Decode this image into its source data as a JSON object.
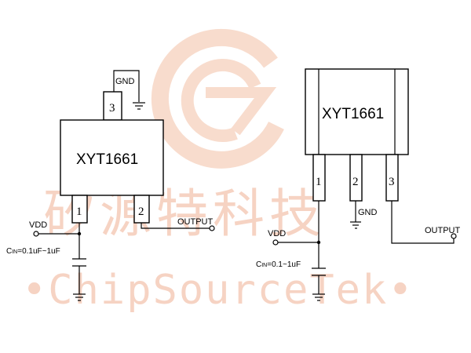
{
  "watermark": {
    "chinese": "矽源特科技",
    "english": "•ChipSourceTek•",
    "color": "#f6d3c3"
  },
  "left_circuit": {
    "part_name": "XYT1661",
    "pin1": "1",
    "pin2": "2",
    "pin3": "3",
    "gnd_label": "GND",
    "vdd_label": "VDD",
    "output_label": "OUTPUT",
    "cap_prefix": "C",
    "cap_sub": "IN",
    "cap_value": "=0.1uF~1uF"
  },
  "right_circuit": {
    "part_name": "XYT1661",
    "pin1": "1",
    "pin2": "2",
    "pin3": "3",
    "gnd_label": "GND",
    "vdd_label": "VDD",
    "output_label": "OUTPUT",
    "cap_prefix": "C",
    "cap_sub": "IN",
    "cap_value": "=0.1~1uF"
  }
}
